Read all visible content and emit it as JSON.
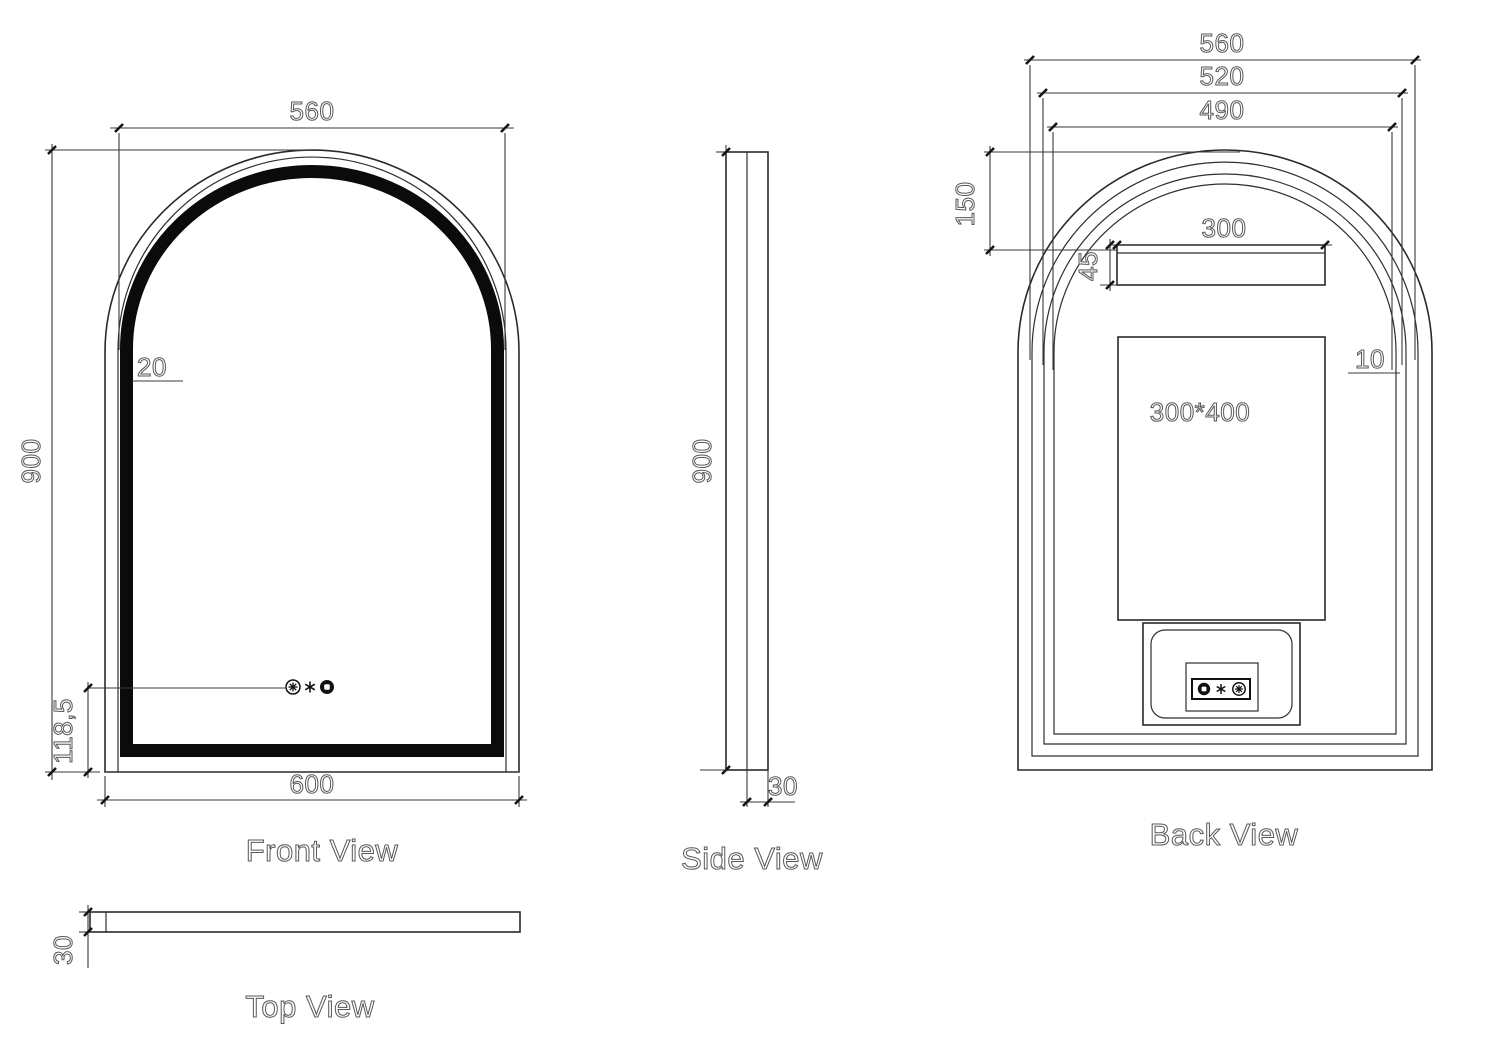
{
  "views": {
    "front": {
      "label": "Front View",
      "dims": {
        "top_width": "560",
        "height": "900",
        "band_width": "20",
        "sensor_offset": "118,5",
        "bottom_width": "600"
      }
    },
    "side": {
      "label": "Side View",
      "dims": {
        "height": "900",
        "depth": "30"
      }
    },
    "back": {
      "label": "Back View",
      "dims": {
        "outer_width": "560",
        "mid_width": "520",
        "inner_width": "490",
        "arch_offset": "150",
        "bar_width": "300",
        "bar_height": "45",
        "edge_gap": "10",
        "backplate_size": "300*400"
      }
    },
    "top": {
      "label": "Top View",
      "dims": {
        "depth": "30"
      }
    }
  },
  "icons": {
    "front": [
      "light-dimmer",
      "defog",
      "power-sensor"
    ],
    "back": [
      "power-sensor",
      "defog",
      "light-dimmer"
    ]
  },
  "colors": {
    "line": "#2a2a2a",
    "led_band": "#0b0b0b",
    "background": "#ffffff"
  }
}
